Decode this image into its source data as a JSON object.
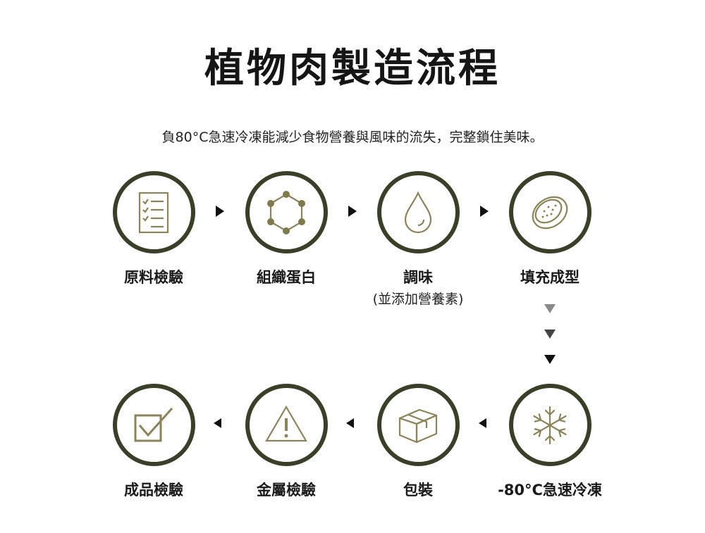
{
  "title": "植物肉製造流程",
  "subtitle": "負80°C急速冷凍能減少食物營養與風味的流失，完整鎖住美味。",
  "colors": {
    "ring": "#3a3f28",
    "icon": "#8a8458",
    "arrow": "#111111"
  },
  "steps": [
    {
      "label": "原料檢驗",
      "icon": "checklist-icon"
    },
    {
      "label": "組織蛋白",
      "icon": "molecule-icon"
    },
    {
      "label": "調味",
      "sublabel": "(並添加營養素)",
      "icon": "droplet-icon"
    },
    {
      "label": "填充成型",
      "icon": "patty-icon"
    },
    {
      "label": "-80°C急速冷凍",
      "icon": "snowflake-icon"
    },
    {
      "label": "包裝",
      "icon": "box-icon"
    },
    {
      "label": "金屬檢驗",
      "icon": "warning-icon"
    },
    {
      "label": "成品檢驗",
      "icon": "checkbox-icon"
    }
  ]
}
